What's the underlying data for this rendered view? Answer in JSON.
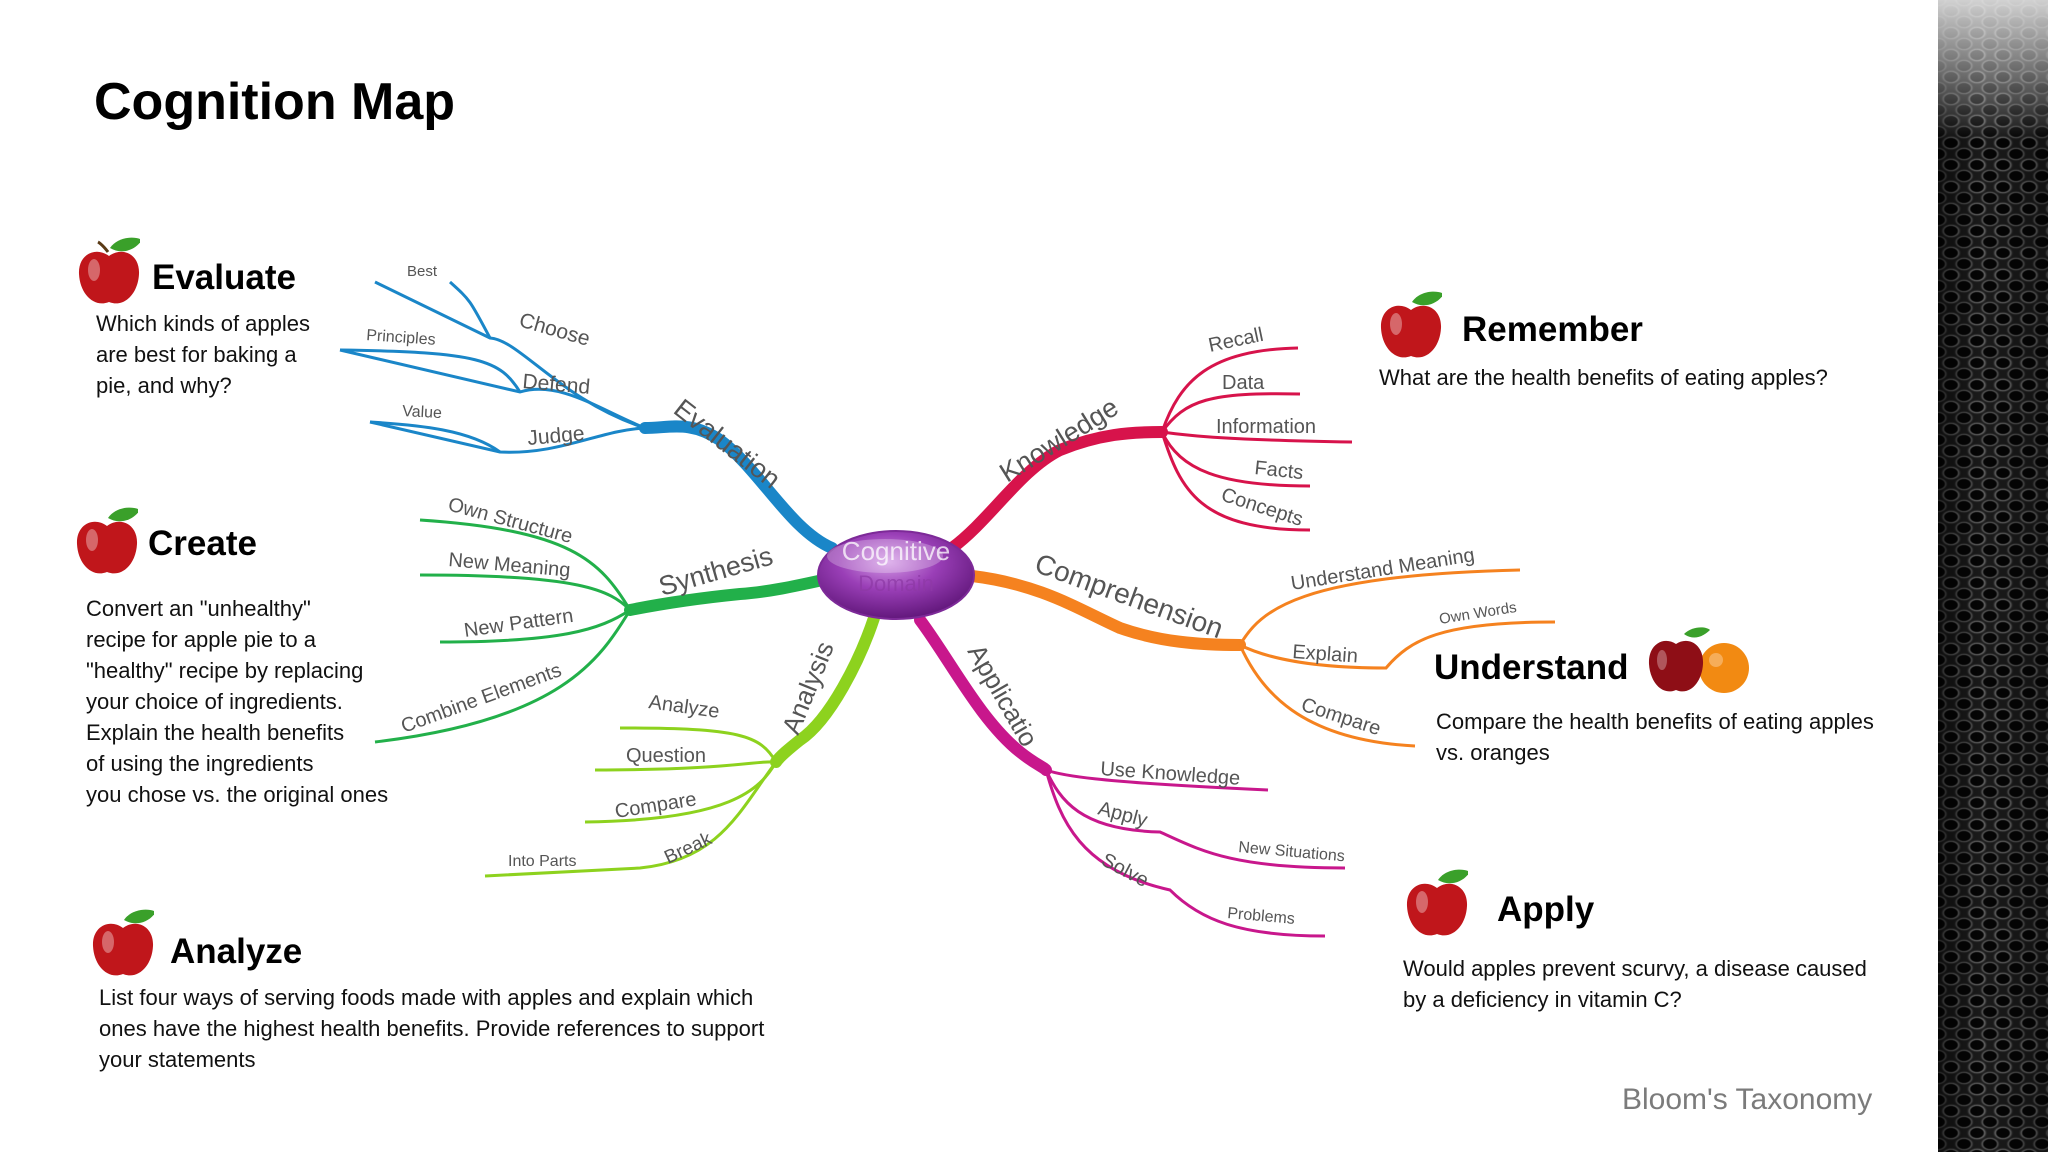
{
  "title": "Cognition Map",
  "footer": "Bloom's Taxonomy",
  "center": {
    "line1": "Cognitive",
    "line2": "Domain"
  },
  "blocks": {
    "evaluate": {
      "title": "Evaluate",
      "text": "Which kinds of apples\n are best for baking a\npie, and why?"
    },
    "create": {
      "title": "Create",
      "text": "Convert an \"unhealthy\"\nrecipe for apple pie to a\n\"healthy\" recipe by replacing\nyour choice of ingredients.\nExplain the health benefits\nof using the ingredients\nyou chose vs. the original ones"
    },
    "analyze": {
      "title": "Analyze",
      "text": "List four ways of serving foods made with apples and explain which\nones have the highest health benefits. Provide references to support\nyour statements"
    },
    "remember": {
      "title": "Remember",
      "text": "What are the health benefits of eating apples?"
    },
    "understand": {
      "title": "Understand",
      "text": "Compare the health benefits of eating apples\nvs. oranges"
    },
    "apply": {
      "title": "Apply",
      "text": "Would apples prevent scurvy, a disease caused\nby a deficiency in vitamin C?"
    }
  },
  "branches": {
    "evaluation": {
      "label": "Evaluation",
      "color": "#1a86c8",
      "items": [
        "Choose",
        "Defend",
        "Judge"
      ],
      "sub": [
        "Best",
        "Principles",
        "Value"
      ]
    },
    "synthesis": {
      "label": "Synthesis",
      "color": "#22b04a",
      "items": [
        "Own Structure",
        "New Meaning",
        "New Pattern",
        "Combine Elements"
      ]
    },
    "analysis": {
      "label": "Analysis",
      "color": "#8dd21e",
      "items": [
        "Analyze",
        "Question",
        "Compare",
        "Break"
      ],
      "sub": [
        "Into Parts"
      ]
    },
    "knowledge": {
      "label": "Knowledge",
      "color": "#d7134b",
      "items": [
        "Recall",
        "Data",
        "Information",
        "Facts",
        "Concepts"
      ]
    },
    "comprehension": {
      "label": "Comprehension",
      "color": "#f5821f",
      "items": [
        "Understand Meaning",
        "Explain",
        "Compare"
      ],
      "sub": [
        "Own Words"
      ]
    },
    "application": {
      "label": "Applicatio",
      "color": "#c8178c",
      "items": [
        "Use Knowledge",
        "Apply",
        "Solve"
      ],
      "sub": [
        "New Situations",
        "Problems"
      ]
    }
  }
}
